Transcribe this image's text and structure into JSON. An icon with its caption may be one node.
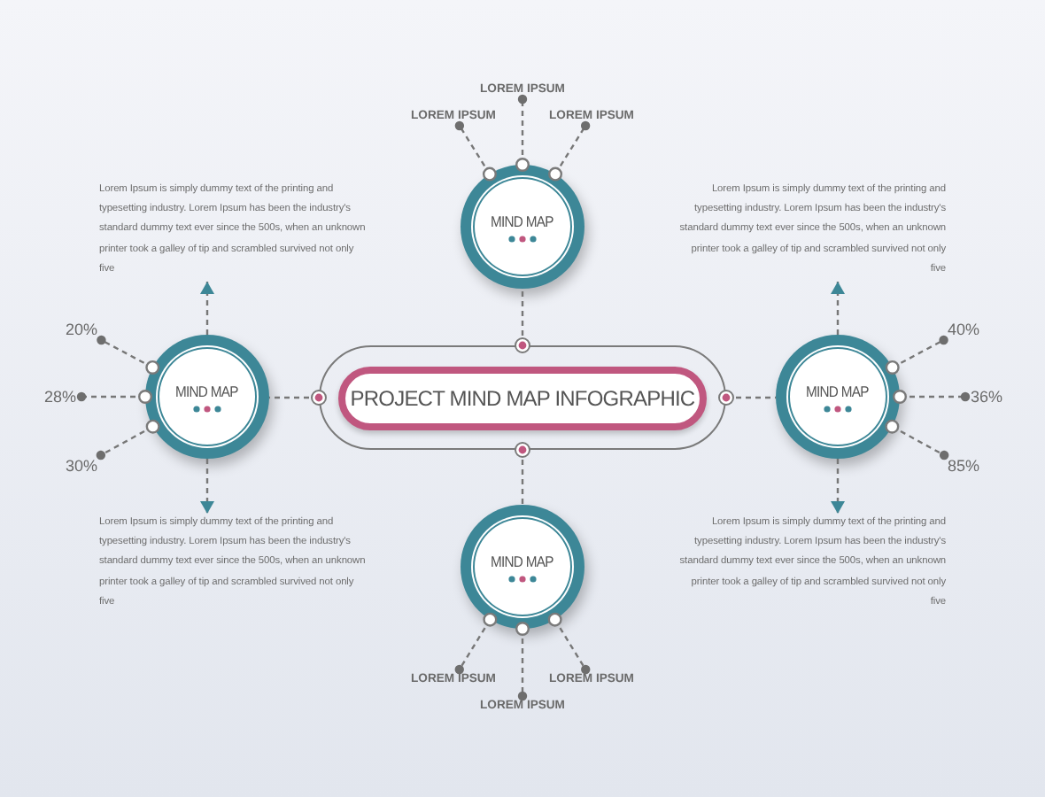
{
  "diagram": {
    "nodes": [
      {
        "text": [
          "LOREM IPSUM"
        ]
      },
      {
        "text": [
          "LOREM IPSUM"
        ]
      },
      {
        "text": [
          "LOREM IPSUM"
        ]
      },
      {
        "text": [
          "Lorem Ipsum is simply dummy text of the printing and typesetting industry. Lorem Ipsum has been the industry's standard dummy text ever since the 500s, when an unknown printer took a galley of tip and scrambled survived not only five"
        ]
      },
      {
        "text": [
          "MIND MAP"
        ]
      },
      {
        "text": [
          "Lorem Ipsum is simply dummy text of the printing and typesetting industry. Lorem Ipsum has been the industry's standard dummy text ever since the 500s, when an unknown printer took a galley of tip and scrambled survived not only five"
        ]
      },
      {
        "text": [
          "20%"
        ]
      },
      {
        "text": [
          "40%"
        ]
      },
      {
        "text": [
          "28%"
        ]
      },
      {
        "text": [
          "MIND MAP"
        ]
      },
      {
        "text": [
          "PROJECT MIND MAP INFOGRAPHIC"
        ]
      },
      {
        "text": [
          "MIND MAP"
        ]
      },
      {
        "text": [
          "36%"
        ]
      },
      {
        "text": [
          "30%"
        ]
      },
      {
        "text": [
          "85%"
        ]
      },
      {
        "text": [
          "Lorem Ipsum is simply dummy text of the printing and typesetting industry. Lorem Ipsum has been the industry's standard dummy text ever since the 500s, when an unknown printer took a galley of tip and scrambled survived not only five"
        ]
      },
      {
        "text": [
          "MIND MAP"
        ]
      },
      {
        "text": [
          "Lorem Ipsum is simply dummy text of the printing and typesetting industry. Lorem Ipsum has been the industry's standard dummy text ever since the 500s, when an unknown printer took a galley of tip and scrambled survived not only five"
        ]
      },
      {
        "text": [
          "LOREM IPSUM"
        ]
      },
      {
        "text": [
          "LOREM IPSUM"
        ]
      },
      {
        "text": [
          "LOREM IPSUM"
        ]
      }
    ],
    "edges": [
      {
        "from": 10,
        "to": 4,
        "arrow": "other"
      },
      {
        "from": 10,
        "to": 9,
        "arrow": "other"
      },
      {
        "from": 10,
        "to": 11,
        "arrow": "other"
      },
      {
        "from": 10,
        "to": 16,
        "arrow": "other"
      },
      {
        "from": 4,
        "to": 1,
        "arrow": "other"
      },
      {
        "from": 4,
        "to": 0,
        "arrow": "other"
      },
      {
        "from": 4,
        "to": 2,
        "arrow": "other"
      },
      {
        "from": 9,
        "to": 6,
        "arrow": "other"
      },
      {
        "from": 9,
        "to": 8,
        "arrow": "other"
      },
      {
        "from": 9,
        "to": 13,
        "arrow": "other"
      },
      {
        "from": 11,
        "to": 7,
        "arrow": "other"
      },
      {
        "from": 11,
        "to": 12,
        "arrow": "other"
      },
      {
        "from": 11,
        "to": 14,
        "arrow": "other"
      },
      {
        "from": 16,
        "to": 18,
        "arrow": "other"
      },
      {
        "from": 16,
        "to": 20,
        "arrow": "other"
      },
      {
        "from": 16,
        "to": 19,
        "arrow": "other"
      },
      {
        "from": 9,
        "to": 3,
        "arrow": "to"
      },
      {
        "from": 9,
        "to": 15,
        "arrow": "to"
      },
      {
        "from": 11,
        "to": 5,
        "arrow": "to"
      },
      {
        "from": 11,
        "to": 17,
        "arrow": "to"
      }
    ]
  }
}
